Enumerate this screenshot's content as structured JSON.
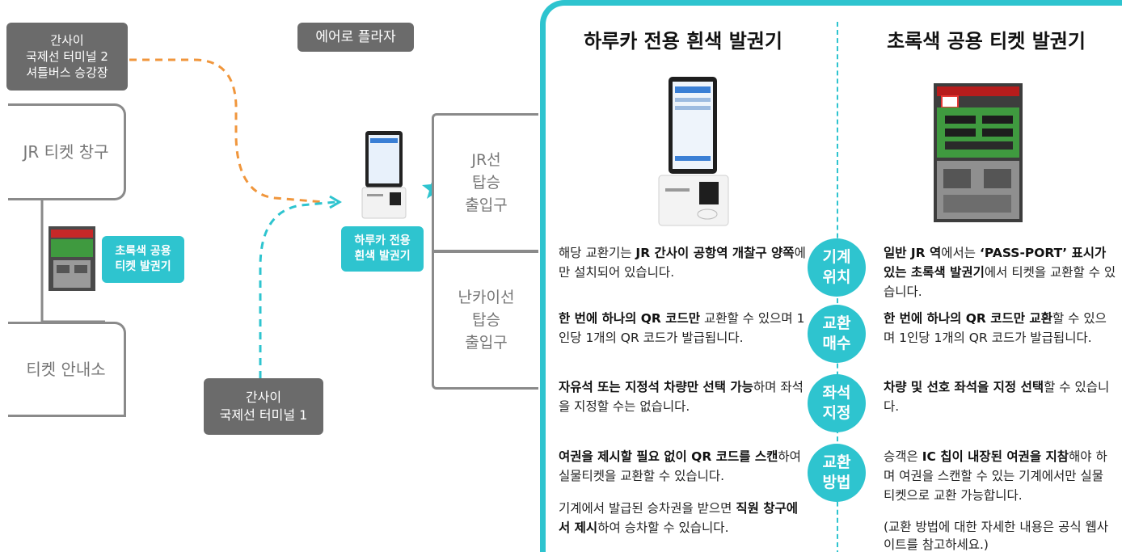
{
  "map": {
    "terminal2_label": [
      "간사이",
      "국제선 터미널 2",
      "셔틀버스 승강장"
    ],
    "aeroplaza_label": "에어로 플라자",
    "jr_ticket_window": "JR 티켓 창구",
    "green_machine_label": [
      "초록색 공용",
      "티켓 발권기"
    ],
    "ticket_info": "티켓 안내소",
    "terminal1_label": [
      "간사이",
      "국제선 터미널 1"
    ],
    "haruka_machine_label": [
      "하루카 전용",
      "흰색 발권기"
    ],
    "jr_gate": [
      "JR선",
      "탑승",
      "출입구"
    ],
    "nankai_gate": [
      "난카이선",
      "탑승",
      "출입구"
    ],
    "colors": {
      "teal": "#2ec4cf",
      "orange": "#f0963c",
      "gray": "#6b6b6b"
    }
  },
  "compare": {
    "left_title": "하루카 전용 흰색 발권기",
    "right_title": "초록색  공용 티켓 발권기",
    "rows": [
      {
        "category": [
          "기계",
          "위치"
        ],
        "left": [
          {
            "t": "해당 교환기는 ",
            "b": false
          },
          {
            "t": "JR 간사이 공항역 개찰구 양쪽",
            "b": true
          },
          {
            "t": "에만 설치되어 있습니다.",
            "b": false
          }
        ],
        "right": [
          {
            "t": "일반 JR 역",
            "b": true
          },
          {
            "t": "에서는 ",
            "b": false
          },
          {
            "t": "‘PASS-PORT’ 표시가 있는 초록색 발권기",
            "b": true
          },
          {
            "t": "에서 티켓을 교환할 수 있습니다.",
            "b": false
          }
        ]
      },
      {
        "category": [
          "교환",
          "매수"
        ],
        "left": [
          {
            "t": "한 번에 하나의 QR 코드만",
            "b": true
          },
          {
            "t": " 교환할 수 있으며 1인당 1개의 QR 코드가 발급됩니다.",
            "b": false
          }
        ],
        "right": [
          {
            "t": "한 번에 하나의 QR 코드만 교환",
            "b": true
          },
          {
            "t": "할 수 있으며 1인당 1개의 QR 코드가 발급됩니다.",
            "b": false
          }
        ]
      },
      {
        "category": [
          "좌석",
          "지정"
        ],
        "left": [
          {
            "t": "자유석 또는 지정석 차량만 선택 가능",
            "b": true
          },
          {
            "t": "하며 좌석을 지정할 수는 없습니다.",
            "b": false
          }
        ],
        "right": [
          {
            "t": "차량 및 선호 좌석을 지정 선택",
            "b": true
          },
          {
            "t": "할 수 있습니다.",
            "b": false
          }
        ]
      },
      {
        "category": [
          "교환",
          "방법"
        ],
        "left": [
          {
            "t": "여권을 제시할 필요 없이 QR 코드를 스캔",
            "b": true
          },
          {
            "t": "하여 실물티켓을 교환할 수 있습니다.",
            "b": false
          }
        ],
        "left_extra": [
          {
            "t": "기계에서 발급된 승차권을 받으면 ",
            "b": false
          },
          {
            "t": "직원 창구에서 제시",
            "b": true
          },
          {
            "t": "하여 승차할 수 있습니다.",
            "b": false
          }
        ],
        "right": [
          {
            "t": "승객은 ",
            "b": false
          },
          {
            "t": "IC 칩이 내장된 여권을 지참",
            "b": true
          },
          {
            "t": "해야 하며 여권을 스캔할 수 있는 기계에서만 실물 티켓으로 교환 가능합니다.",
            "b": false
          }
        ],
        "right_extra": [
          {
            "t": "(교환 방법에 대한 자세한 내용은 공식 웹사이트를 참고하세요.)",
            "b": false
          }
        ]
      }
    ]
  }
}
